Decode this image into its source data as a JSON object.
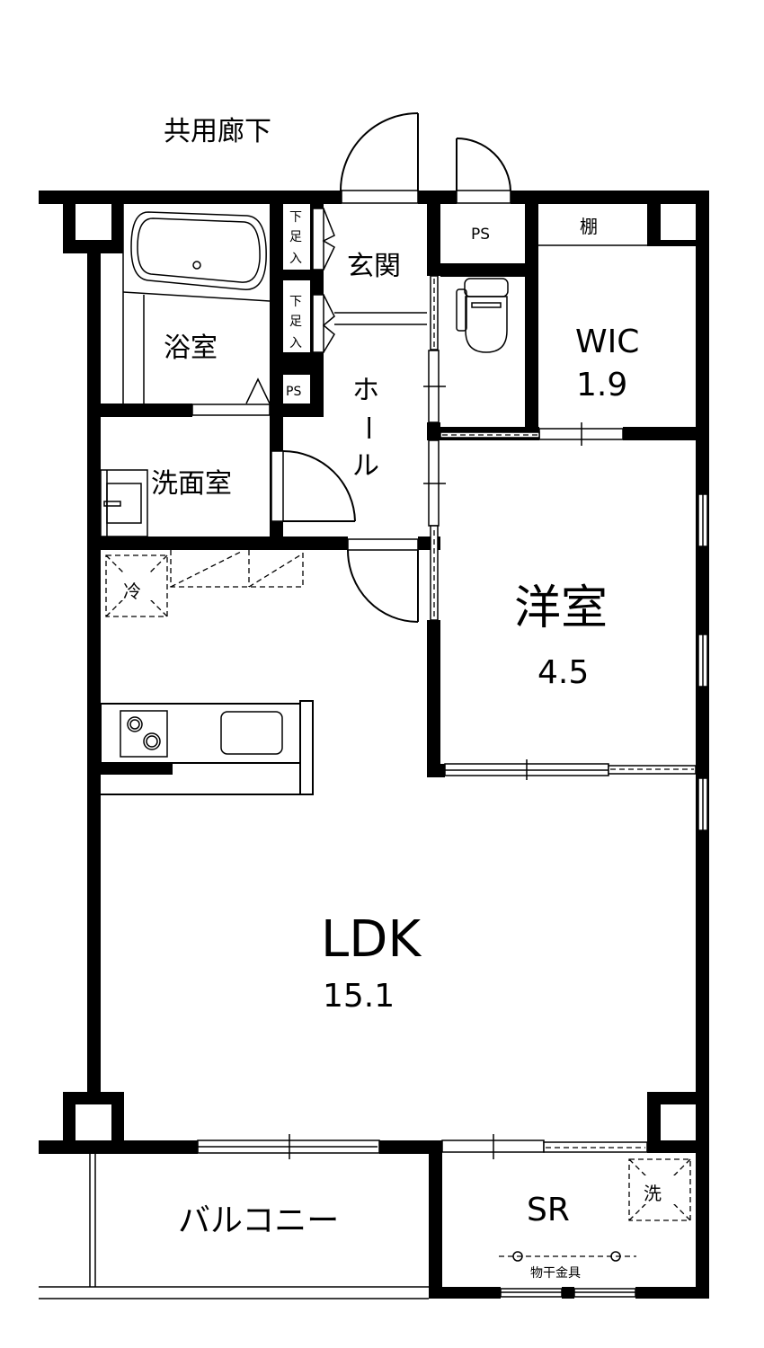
{
  "plan": {
    "corridor_label": "共用廊下",
    "colors": {
      "wall": "#000000",
      "background": "#ffffff"
    }
  },
  "rooms": {
    "bath": {
      "name": "浴室"
    },
    "entrance": {
      "name": "玄関"
    },
    "shoe_storage_1": {
      "name_v": [
        "下",
        "足",
        "入"
      ]
    },
    "shoe_storage_2": {
      "name_v": [
        "下",
        "足",
        "入"
      ]
    },
    "ps_left": {
      "name": "PS"
    },
    "ps_top": {
      "name": "PS"
    },
    "shelf": {
      "name": "棚"
    },
    "wic": {
      "name": "WIC",
      "size": "1.9"
    },
    "hall": {
      "name_v": [
        "ホ",
        "ー",
        "ル"
      ]
    },
    "washroom": {
      "name": "洗面室"
    },
    "western_room": {
      "name": "洋室",
      "size": "4.5"
    },
    "ldk": {
      "name": "LDK",
      "size": "15.1"
    },
    "balcony": {
      "name": "バルコニー"
    },
    "sr": {
      "name": "SR"
    }
  },
  "fixtures": {
    "fridge": {
      "label": "冷"
    },
    "washer": {
      "label": "洗"
    },
    "clothes_hanger": {
      "label": "物干金具"
    }
  }
}
